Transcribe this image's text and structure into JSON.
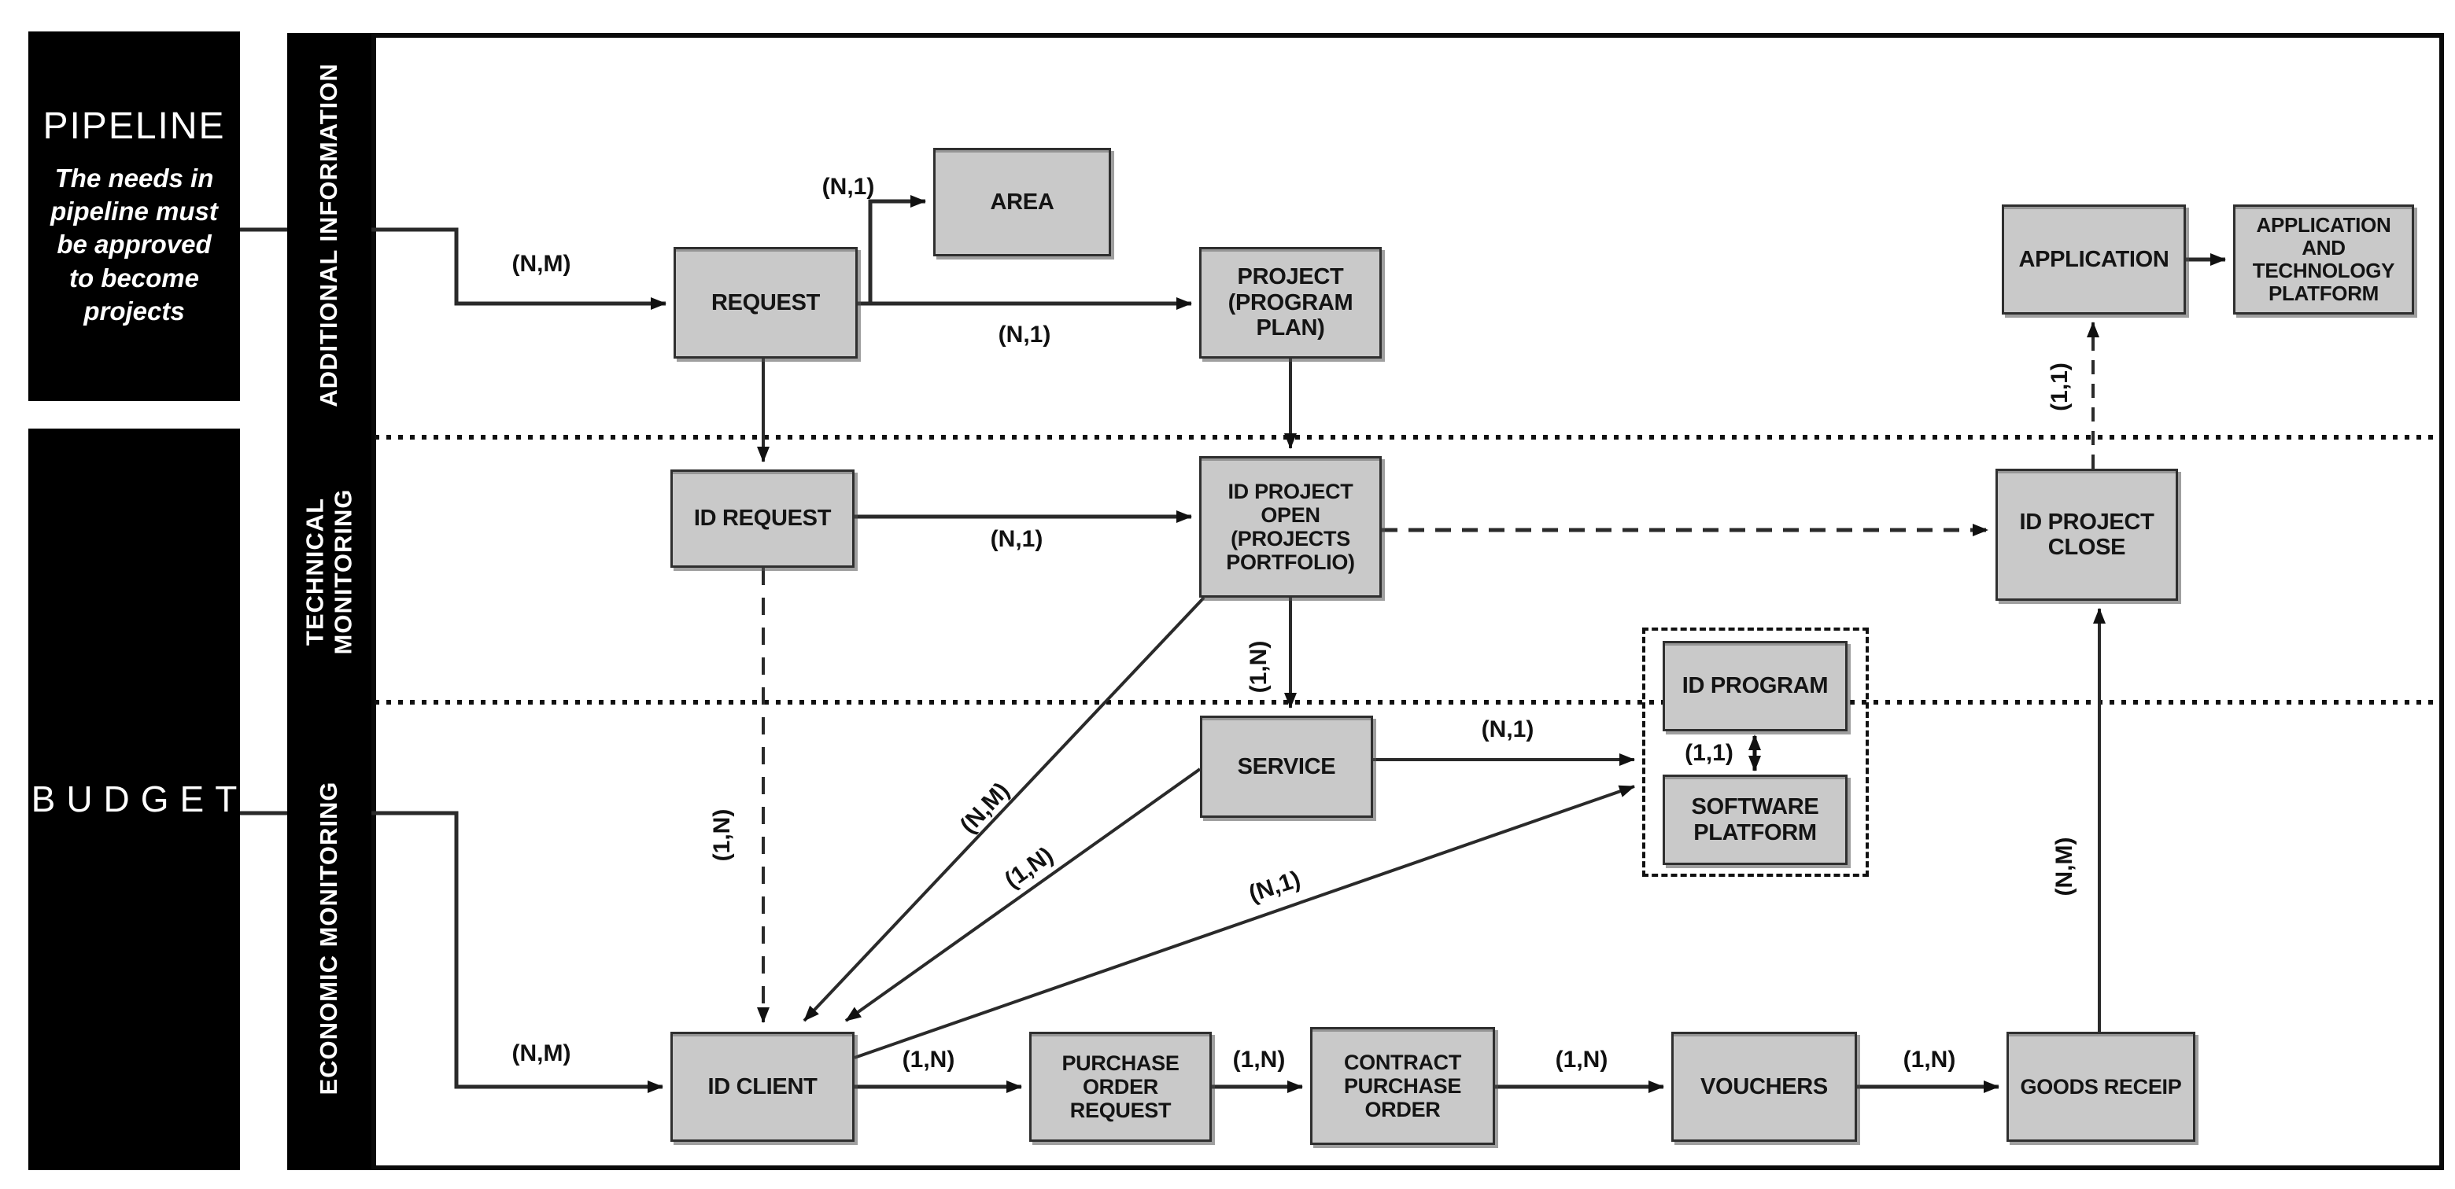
{
  "colors": {
    "panel_bg": "#000000",
    "panel_text": "#ffffff",
    "node_fill": "#c9c9c9",
    "node_border": "#2f2f2f",
    "line": "#222222"
  },
  "left_panel": {
    "pipeline_title": "PIPELINE",
    "pipeline_description": "The needs in pipeline must be approved to become projects",
    "budget_title": "BUDGET"
  },
  "sidebar": {
    "section_additional": "ADDITIONAL INFORMATION",
    "section_technical": "TECHNICAL\nMONITORING",
    "section_economic": "ECONOMIC MONITORING"
  },
  "entities": {
    "request": "REQUEST",
    "area": "AREA",
    "project": "PROJECT\n(PROGRAM\nPLAN)",
    "application": "APPLICATION",
    "application_technology_platform": "APPLICATION\nAND\nTECHNOLOGY\nPLATFORM",
    "id_request": "ID REQUEST",
    "id_project_open": "ID PROJECT\nOPEN\n(PROJECTS\nPORTFOLIO)",
    "id_project_close": "ID PROJECT\nCLOSE",
    "service": "SERVICE",
    "id_program": "ID PROGRAM",
    "software_platform": "SOFTWARE\nPLATFORM",
    "id_client": "ID CLIENT",
    "purchase_order_request": "PURCHASE\nORDER REQUEST",
    "contract_purchase_order": "CONTRACT\nPURCHASE\nORDER",
    "vouchers": "VOUCHERS",
    "goods_receip": "GOODS RECEIP"
  },
  "cardinalities": {
    "pipeline_to_request": "(N,M)",
    "request_to_area": "(N,1)",
    "request_to_project": "(N,1)",
    "id_request_to_id_project_open": "(N,1)",
    "id_project_close_to_application": "(1,1)",
    "id_project_open_to_service": "(1,N)",
    "id_request_to_id_client": "(1,N)",
    "id_project_open_to_id_client": "(N,M)",
    "service_to_id_client": "(1,N)",
    "id_client_to_software_platform": "(N,1)",
    "service_to_platform_group": "(N,1)",
    "id_program_to_software_platform": "(1,1)",
    "budget_to_id_client": "(N,M)",
    "id_client_to_purchase_order_request": "(1,N)",
    "purchase_order_request_to_contract": "(1,N)",
    "contract_to_vouchers": "(1,N)",
    "vouchers_to_goods_receip": "(1,N)",
    "goods_receip_to_id_project_close": "(N,M)"
  }
}
